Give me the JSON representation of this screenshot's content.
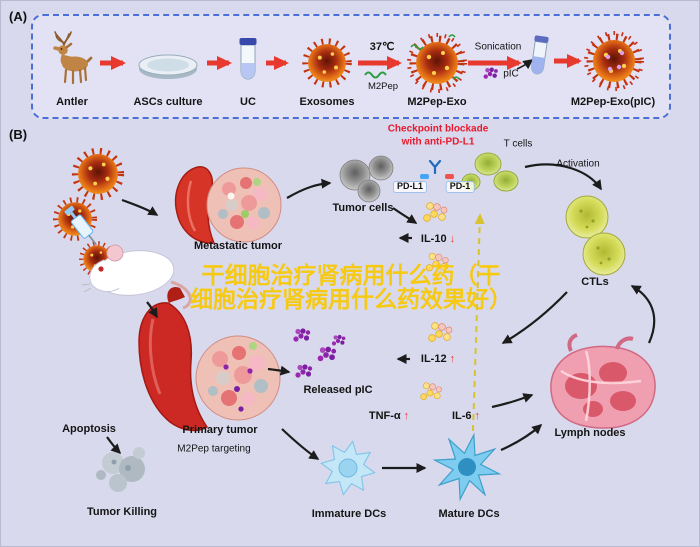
{
  "panel_a": {
    "tag": "(A)",
    "steps": {
      "antler": "Antler",
      "ascs_culture": "ASCs culture",
      "uc": "UC",
      "exosomes": "Exosomes",
      "m2pep_exo": "M2Pep-Exo",
      "m2pep_exo_pic": "M2Pep-Exo(pIC)"
    },
    "annotations": {
      "temperature": "37℃",
      "m2pep": "M2Pep",
      "sonication": "Sonication",
      "pic": "pIC"
    }
  },
  "panel_b": {
    "tag": "(B)",
    "checkpoint": {
      "line1": "Checkpoint blockade",
      "line2": "with anti-PD-L1"
    },
    "pd_l1": "PD-L1",
    "pd_1": "PD-1",
    "t_cells": "T cells",
    "activation": "Activation",
    "tumor_cells": "Tumor cells",
    "metastatic_tumor": "Metastatic tumor",
    "ctls": "CTLs",
    "cytokines": {
      "il10": {
        "label": "IL-10",
        "arrow": "↓"
      },
      "il12": {
        "label": "IL-12",
        "arrow": "↑"
      },
      "tnf_a": {
        "label": "TNF-α",
        "arrow": "↑"
      },
      "il6": {
        "label": "IL-6",
        "arrow": "↑"
      }
    },
    "released_pic": "Released pIC",
    "primary_tumor": "Primary tumor",
    "m2pep_targeting": "M2Pep targeting",
    "apoptosis": "Apoptosis",
    "tumor_killing": "Tumor Killing",
    "immature_dcs": "Immature DCs",
    "mature_dcs": "Mature DCs",
    "lymph_nodes": "Lymph nodes",
    "watermark": {
      "line1": "干细胞治疗肾病用什么药（干",
      "line2": "细胞治疗肾病用什么药效果好）"
    }
  },
  "colors": {
    "background": "#d9d9ee",
    "panel_border": "#4a6fd6",
    "arrow_red": "#e8392e",
    "checkpoint_red": "#e8192c",
    "watermark_yellow": "#f6c913"
  }
}
